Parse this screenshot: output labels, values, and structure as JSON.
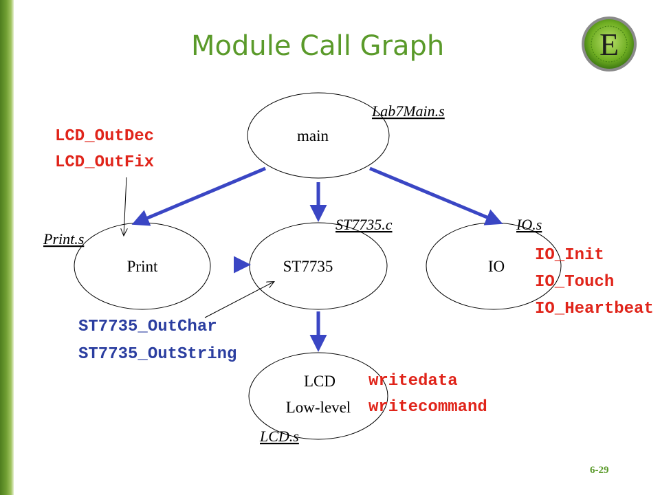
{
  "slide": {
    "title": "Module Call Graph",
    "page_number": "6-29",
    "accent_color": "#5a9a2a"
  },
  "logo": {
    "letter": "E",
    "icon": "e-seal-logo"
  },
  "nodes": {
    "main": {
      "label": "main",
      "file": "Lab7Main.s"
    },
    "print": {
      "label": "Print",
      "file": "Print.s"
    },
    "st7735": {
      "label": "ST7735",
      "file": "ST7735.c"
    },
    "io": {
      "label": "IO",
      "file": "IO.s"
    },
    "lcd": {
      "label_line1": "LCD",
      "label_line2": "Low-level",
      "file": "LCD.s"
    }
  },
  "functions": {
    "print": [
      "LCD_OutDec",
      "LCD_OutFix"
    ],
    "st7735": [
      "ST7735_OutChar",
      "ST7735_OutString"
    ],
    "io": [
      "IO_Init",
      "IO_Touch",
      "IO_Heartbeat"
    ],
    "lcd": [
      "writedata",
      "writecommand"
    ]
  },
  "edges": [
    {
      "from": "main",
      "to": "Print"
    },
    {
      "from": "main",
      "to": "ST7735"
    },
    {
      "from": "main",
      "to": "IO"
    },
    {
      "from": "Print",
      "to": "ST7735"
    },
    {
      "from": "ST7735",
      "to": "LCD"
    }
  ],
  "colors": {
    "edge": "#3a46c4",
    "function_red": "#e0241a",
    "function_blue": "#2b3ea0"
  }
}
